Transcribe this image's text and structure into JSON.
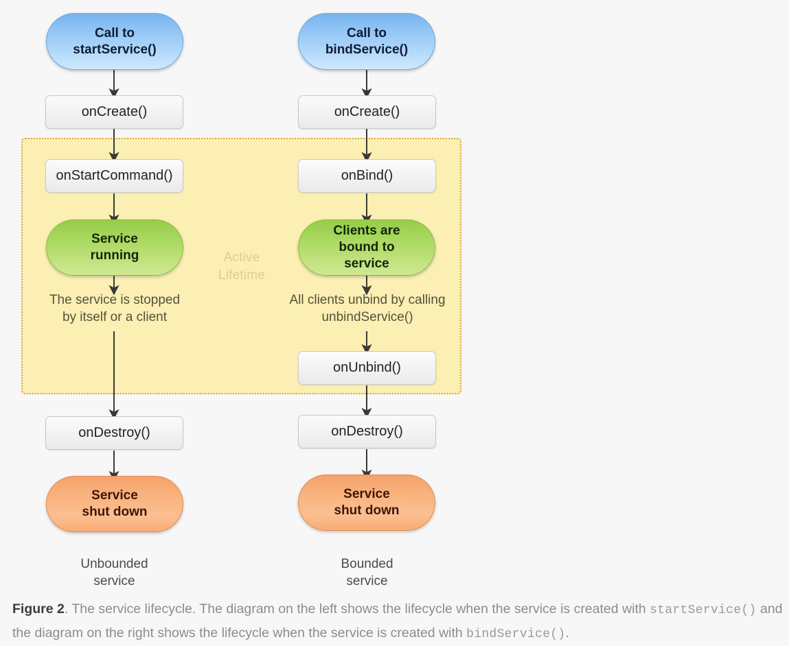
{
  "figure": {
    "background_color": "#f7f7f7",
    "caption": {
      "label": "Figure 2",
      "text_part_1": ". The service lifecycle. The diagram on the left shows the lifecycle when the service is created with ",
      "code_1": "startService()",
      "text_part_2": " and the diagram on the right shows the lifecycle when the service is created with ",
      "code_2": "bindService()",
      "text_part_3": "."
    }
  },
  "active_region": {
    "label_line_1": "Active",
    "label_line_2": "Lifetime",
    "fill_color": "#fbefb4",
    "border_color": "#d9a441",
    "label_color": "#ded08a"
  },
  "left_column": {
    "caption_line_1": "Unbounded",
    "caption_line_2": "service",
    "nodes": {
      "start_call_line_1": "Call to",
      "start_call_line_2": "startService()",
      "on_create": "onCreate()",
      "on_start_command": "onStartCommand()",
      "running_line_1": "Service",
      "running_line_2": "running",
      "edge_label_line_1": "The service is stopped",
      "edge_label_line_2": "by itself or a client",
      "on_destroy": "onDestroy()",
      "shutdown_line_1": "Service",
      "shutdown_line_2": "shut down"
    }
  },
  "right_column": {
    "caption_line_1": "Bounded",
    "caption_line_2": "service",
    "nodes": {
      "bind_call_line_1": "Call to",
      "bind_call_line_2": "bindService()",
      "on_create": "onCreate()",
      "on_bind": "onBind()",
      "bound_line_1": "Clients are",
      "bound_line_2": "bound to",
      "bound_line_3": "service",
      "edge_label_line_1": "All clients unbind by calling",
      "edge_label_line_2": "unbindService()",
      "on_unbind": "onUnbind()",
      "on_destroy": "onDestroy()",
      "shutdown_line_1": "Service",
      "shutdown_line_2": "shut down"
    }
  },
  "colors": {
    "blue_state": "#8fc4f5",
    "green_state": "#a6d65c",
    "orange_state": "#f8b17c",
    "callback_box": "#f2f2f2",
    "arrow": "#3a3a33"
  }
}
